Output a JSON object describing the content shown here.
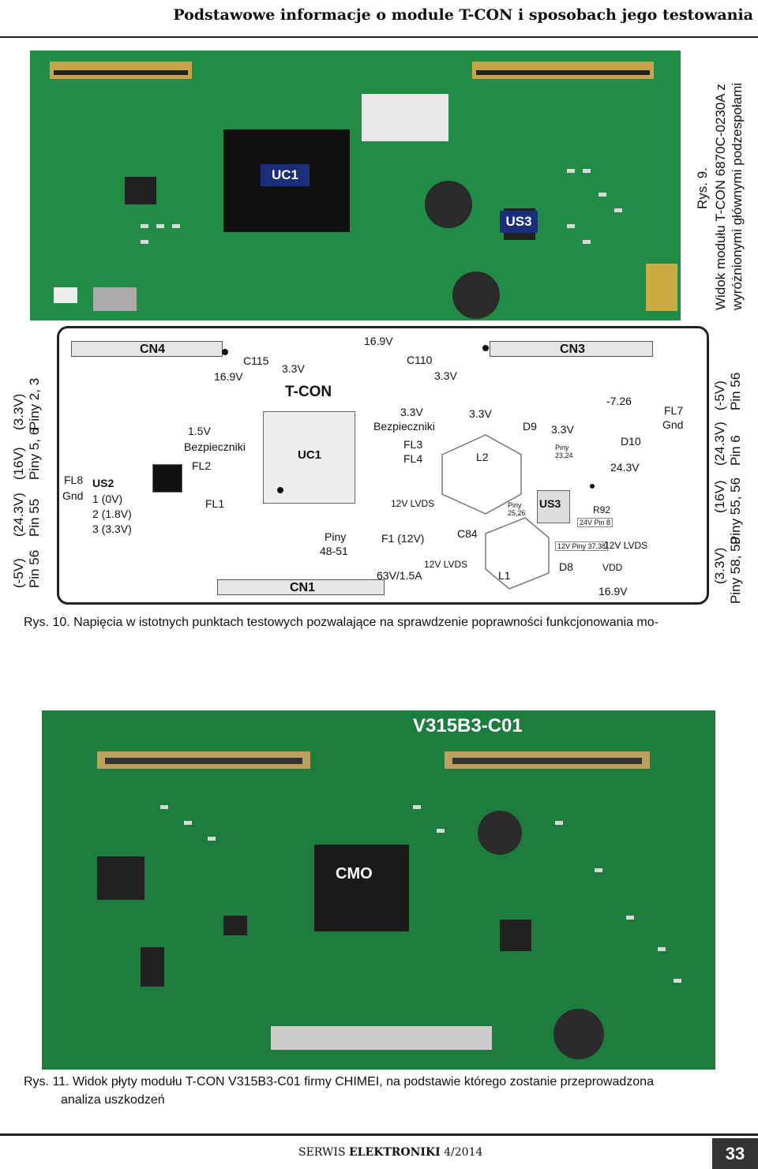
{
  "header": {
    "title": "Podstawowe informacje o module T-CON i sposobach jego testowania"
  },
  "figure9": {
    "labels": {
      "uc1": "UC1",
      "us3": "US3"
    },
    "caption_line1": "Rys. 9.",
    "caption_line2": "Widok modułu T-CON 6870C-0230A z",
    "caption_line3": "wyróżnionymi głównymi podzespołami"
  },
  "figure10": {
    "left_col": [
      {
        "volt": "(-5V)",
        "pin": "Pin 56"
      },
      {
        "volt": "(24.3V)",
        "pin": "Pin 55"
      },
      {
        "volt": "(16V)",
        "pin": "Piny 5, 6"
      },
      {
        "volt": "(3.3V)",
        "pin": "Piny 2, 3"
      }
    ],
    "right_col": [
      {
        "volt": "(-5V)",
        "pin": "Pin 56"
      },
      {
        "volt": "(24.3V)",
        "pin": "Pin 6"
      },
      {
        "volt": "(16V)",
        "pin": "Piny 55, 56"
      },
      {
        "volt": "(3.3V)",
        "pin": "Piny 58, 59"
      }
    ],
    "labels": {
      "cn4": "CN4",
      "cn3": "CN3",
      "cn1": "CN1",
      "c115": "C115",
      "v33a": "3.3V",
      "v169a": "16.9V",
      "tcon": "T-CON",
      "uc1": "UC1",
      "v169b": "16.9V",
      "c110": "C110",
      "v33b": "3.3V",
      "v15": "1.5V",
      "bez1": "Bezpieczniki",
      "fl2": "FL2",
      "fl1": "FL1",
      "fl8": "FL8",
      "gnd1": "Gnd",
      "us2": "US2",
      "p1": "1 (0V)",
      "p2": "2 (1.8V)",
      "p3": "3 (3.3V)",
      "piny4851a": "Piny",
      "piny4851b": "48-51",
      "v33c": "3.3V",
      "bez2": "Bezpieczniki",
      "fl3": "FL3",
      "fl4": "FL4",
      "v33d": "3.3V",
      "lvds1": "12V LVDS",
      "f1": "F1 (12V)",
      "c84": "C84",
      "lvds2": "12V LVDS",
      "fuse63": "63V/1.5A",
      "l2": "L2",
      "l1": "L1",
      "d9": "D9",
      "v33e": "3.3V",
      "piny2324": "Piny 23,24",
      "piny2526": "Piny 25,26",
      "us3": "US3",
      "v726": "-7.26",
      "d10": "D10",
      "v243": "24.3V",
      "r92": "R92",
      "r92pin": "24V Pin 8",
      "piny3738": "12V Piny 37,38",
      "lvds3": "12V LVDS",
      "d8": "D8",
      "vdd": "VDD",
      "v169c": "16.9V",
      "fl7": "FL7",
      "gnd2": "Gnd"
    },
    "caption": "Rys. 10. Napięcia w istotnych punktach testowych pozwalające na sprawdzenie poprawności funkcjonowania mo-"
  },
  "figure11": {
    "board_label": "V315B3-C01",
    "chip_label": "CMO",
    "caption_line1": "Rys. 11. Widok płyty modułu T-CON V315B3-C01 firmy CHIMEI, na podstawie którego zostanie przeprowadzona",
    "caption_line2": "analiza uszkodzeń"
  },
  "footer": {
    "magazine_a": "SERWIS",
    "magazine_b": "ELEKTRONIKI",
    "issue": "4/2014",
    "page": "33"
  }
}
